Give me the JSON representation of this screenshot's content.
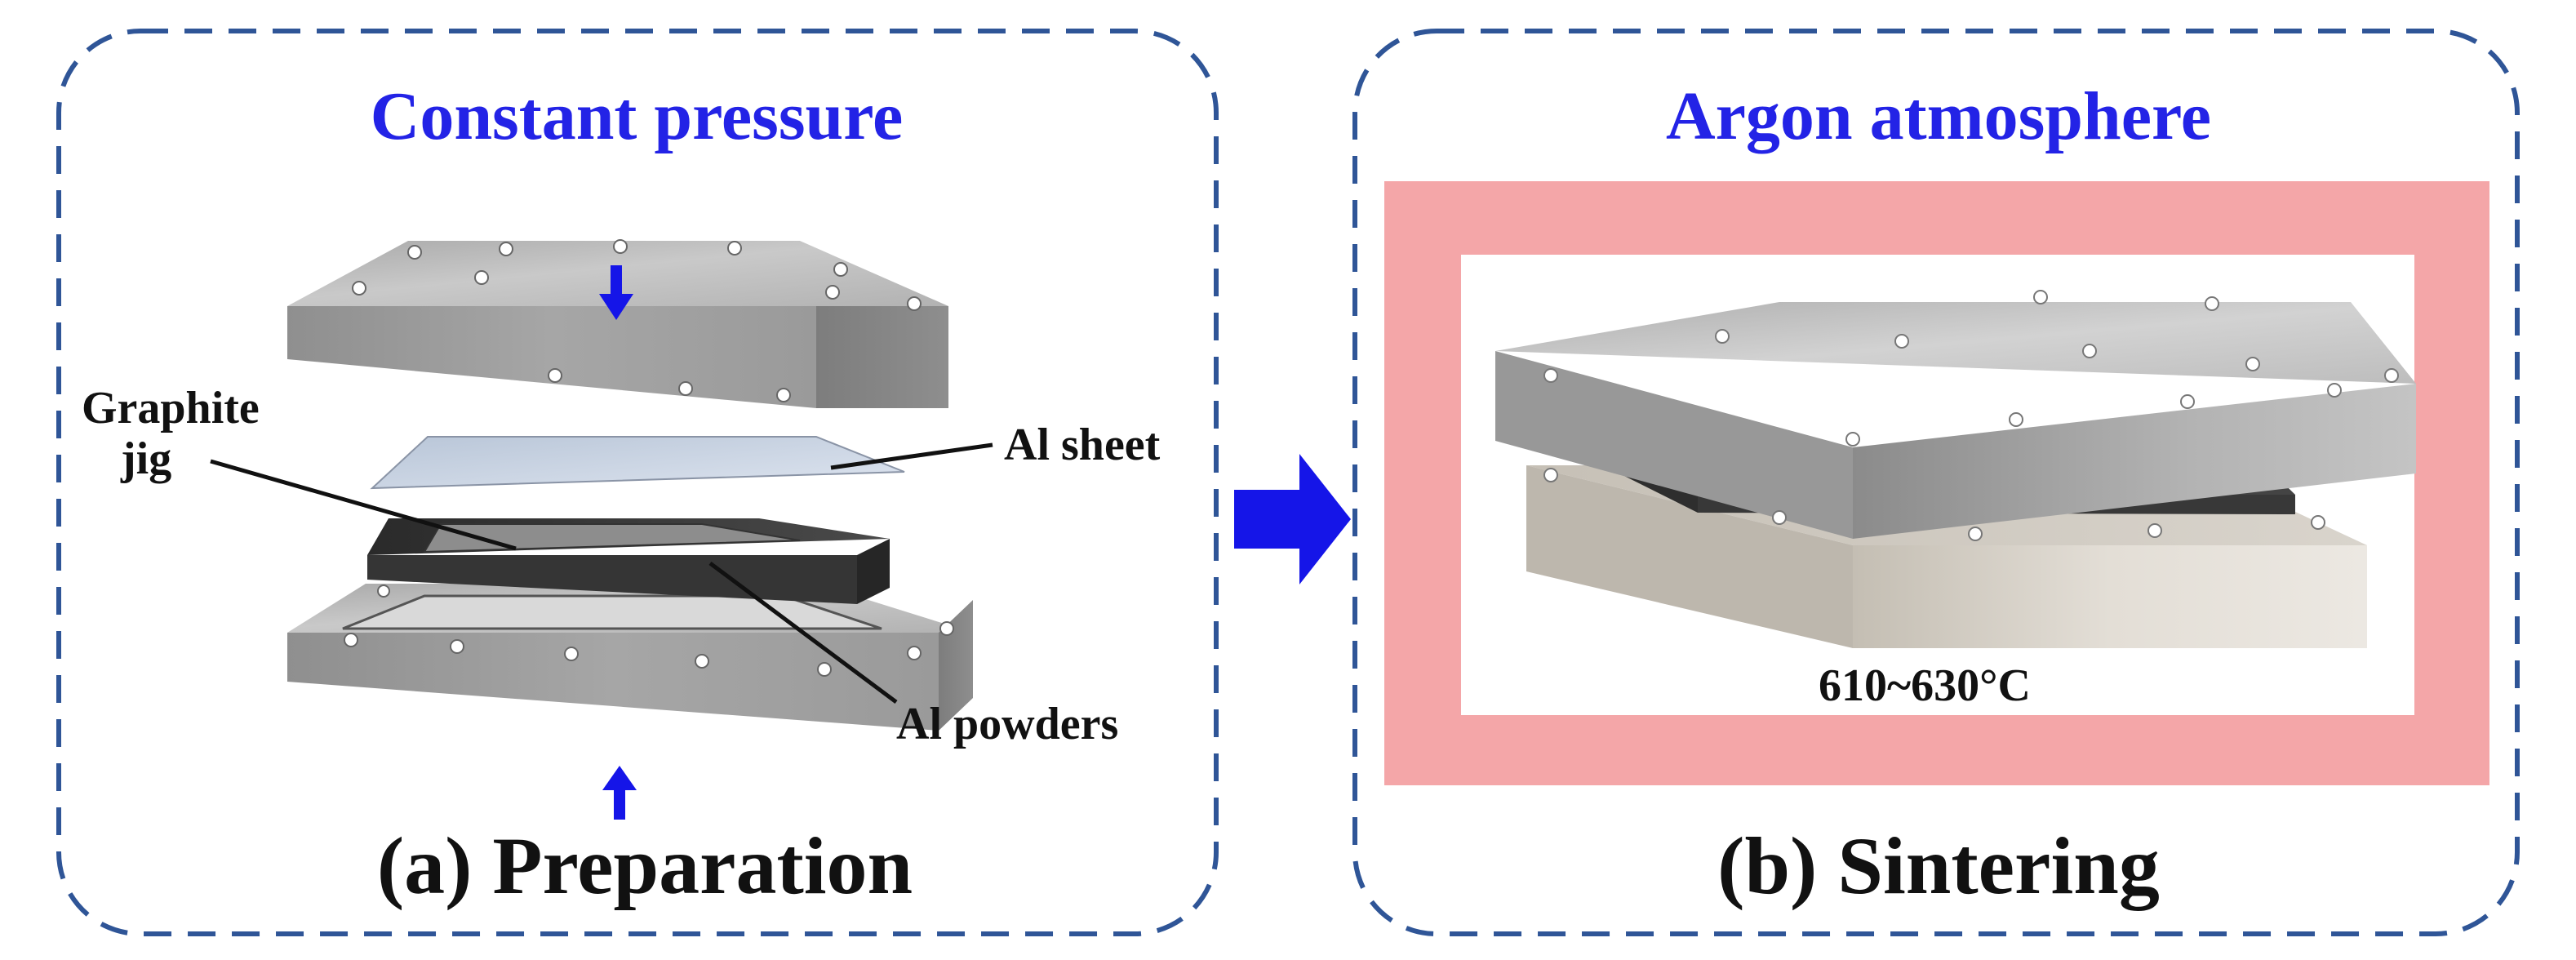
{
  "panels": {
    "preparation": {
      "heading": "Constant pressure",
      "caption": "(a) Preparation",
      "labels": {
        "graphite_line1": "Graphite",
        "graphite_line2": "jig",
        "al_sheet": "Al sheet",
        "al_powders": "Al powders"
      }
    },
    "sintering": {
      "heading": "Argon atmosphere",
      "caption": "(b) Sintering",
      "temperature": "610~630°C"
    }
  },
  "colors": {
    "heading_blue": "#2323e6",
    "border_blue": "#2f5597",
    "arrow_blue": "#1515e8",
    "furnace_pink": "#f4a6a8",
    "caption_black": "#111111"
  }
}
